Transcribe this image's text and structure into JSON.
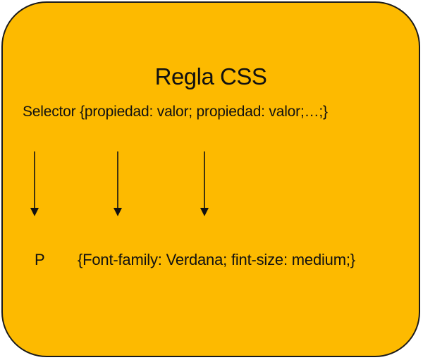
{
  "diagram": {
    "title": "Regla CSS",
    "rule_syntax": "Selector {propiedad: valor; propiedad: valor;…;}",
    "arrows": [
      "down-arrow-icon",
      "down-arrow-icon",
      "down-arrow-icon"
    ],
    "example": {
      "selector": "P",
      "declarations": "{Font-family:  Verdana;  fint-size:  medium;}"
    },
    "colors": {
      "background": "#fdba00",
      "border": "#1a1a1a",
      "text": "#111111"
    }
  }
}
